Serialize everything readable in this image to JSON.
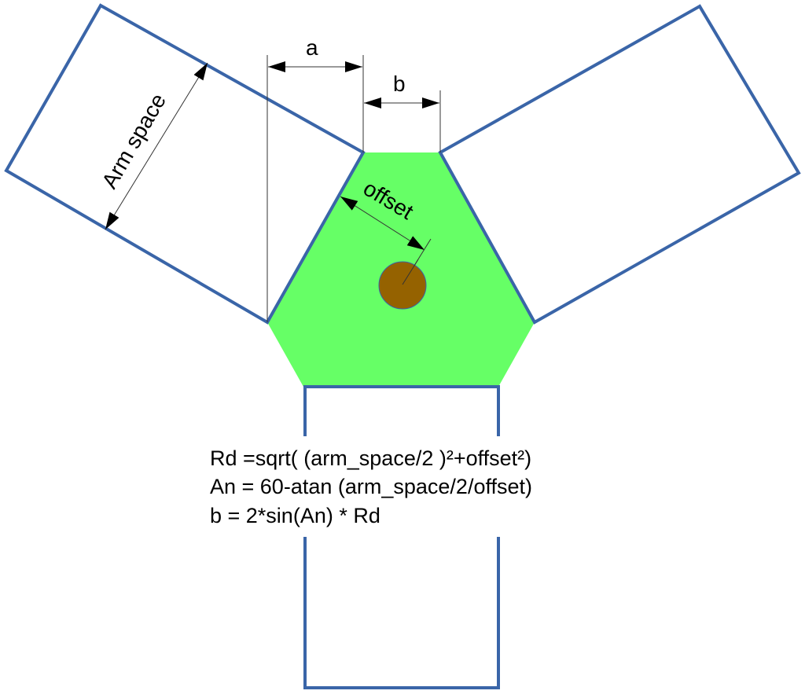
{
  "labels": {
    "a": "a",
    "b": "b",
    "arm_space": "Arm space",
    "offset": "offset"
  },
  "formulas": [
    "Rd =sqrt( (arm_space/2 )²+offset²)",
    "An = 60-atan (arm_space/2/offset)",
    "b =  2*sin(An) * Rd"
  ],
  "colors": {
    "outline": "#3a65a8",
    "hub": "#66ff66",
    "center": "#956200"
  }
}
